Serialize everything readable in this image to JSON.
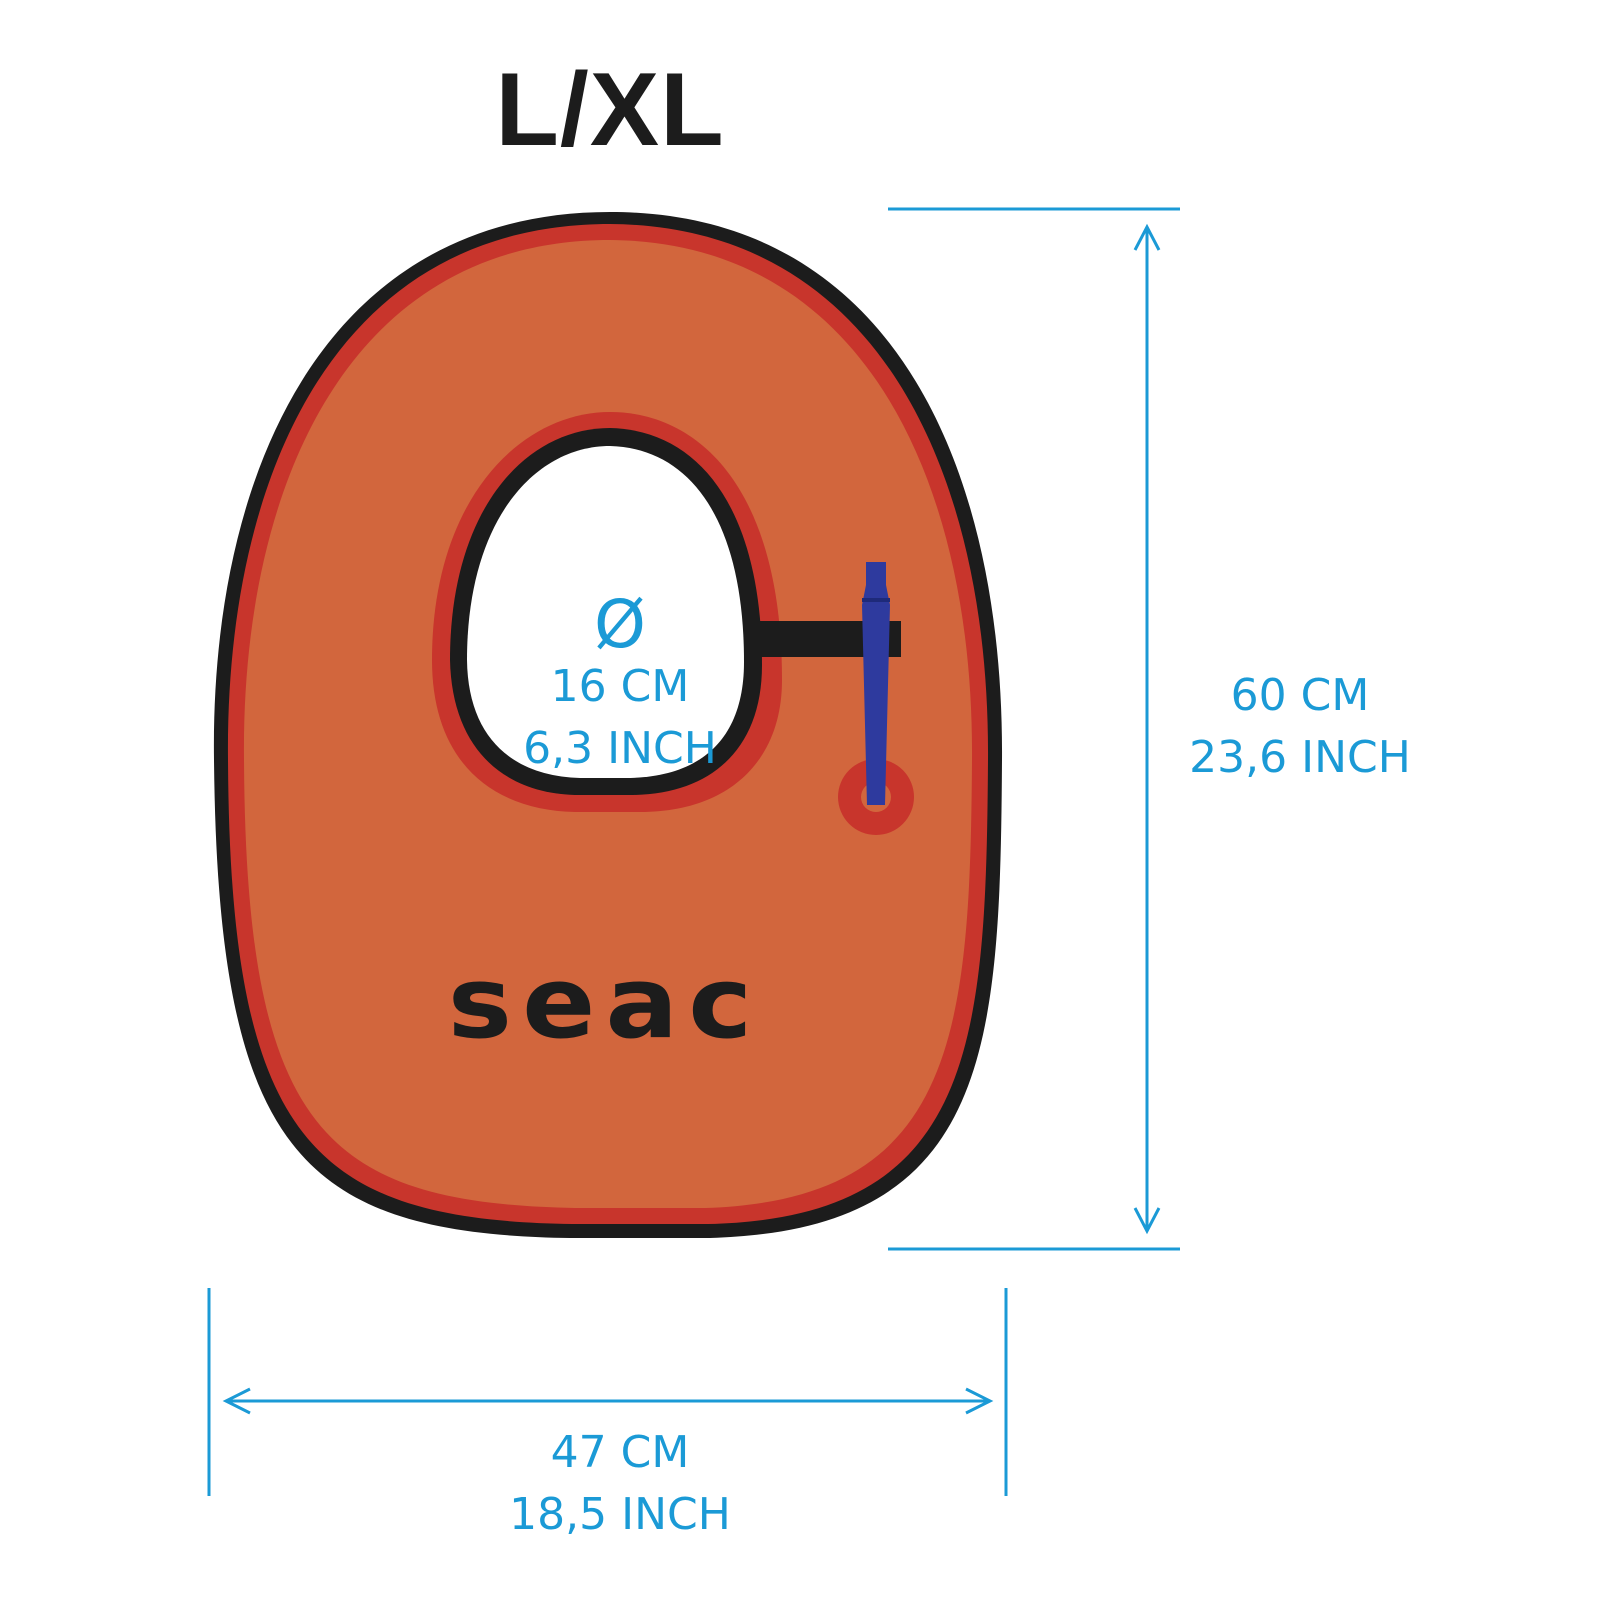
{
  "title": "L/XL",
  "brand": "seac",
  "hole_diameter": {
    "symbol": "Ø",
    "cm": "16 CM",
    "inch": "6,3 INCH"
  },
  "height": {
    "cm": "60 CM",
    "inch": "23,6 INCH"
  },
  "width": {
    "cm": "47 CM",
    "inch": "18,5 INCH"
  },
  "colors": {
    "body": "#d2663d",
    "inner_border": "#c8352c",
    "outline": "#1c1c1c",
    "dimension": "#1b9ad6",
    "valve": "#2e3a9e"
  }
}
